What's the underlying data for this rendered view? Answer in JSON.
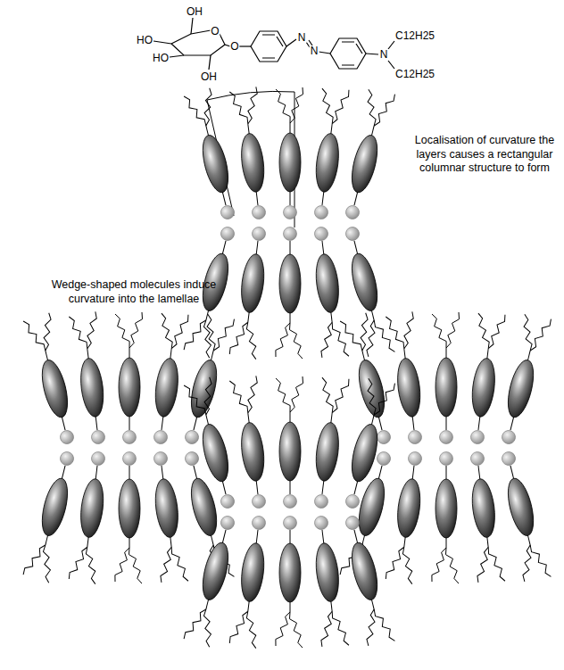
{
  "diagram": {
    "labels": [
      "OH",
      "HO",
      "HO",
      "OH",
      "O",
      "O",
      "N",
      "N",
      "N",
      "C12H25",
      "C12H25",
      "Wedge-shaped molecules induce curvature into the lamellae",
      "Localisation of curvature the layers causes a rectangular columnar structure to form"
    ]
  }
}
